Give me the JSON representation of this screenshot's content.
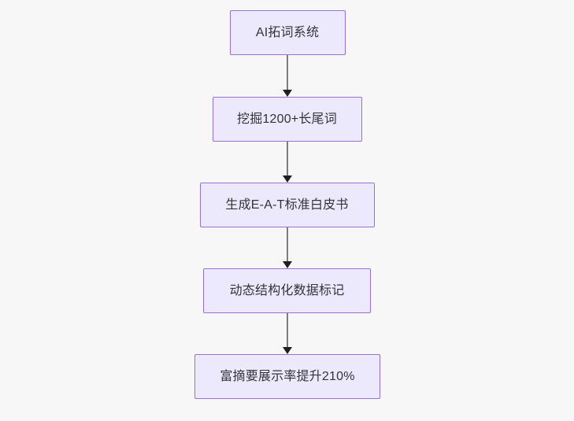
{
  "diagram": {
    "type": "flowchart",
    "orientation": "top-to-bottom",
    "background_color": "#f7f7f8",
    "node_fill_color": "#ece9fc",
    "node_border_color": "#9673d3",
    "node_text_color": "#333338",
    "connector_color": "#7c7c7c",
    "arrowhead_color": "#1f1f1f",
    "nodes": [
      {
        "id": "n1",
        "label": "AI拓词系统"
      },
      {
        "id": "n2",
        "label": "挖掘1200+长尾词"
      },
      {
        "id": "n3",
        "label": "生成E-A-T标准白皮书"
      },
      {
        "id": "n4",
        "label": "动态结构化数据标记"
      },
      {
        "id": "n5",
        "label": "富摘要展示率提升210%"
      }
    ],
    "edges": [
      {
        "from": "n1",
        "to": "n2",
        "label": ""
      },
      {
        "from": "n2",
        "to": "n3",
        "label": ""
      },
      {
        "from": "n3",
        "to": "n4",
        "label": ""
      },
      {
        "from": "n4",
        "to": "n5",
        "label": ""
      }
    ]
  }
}
